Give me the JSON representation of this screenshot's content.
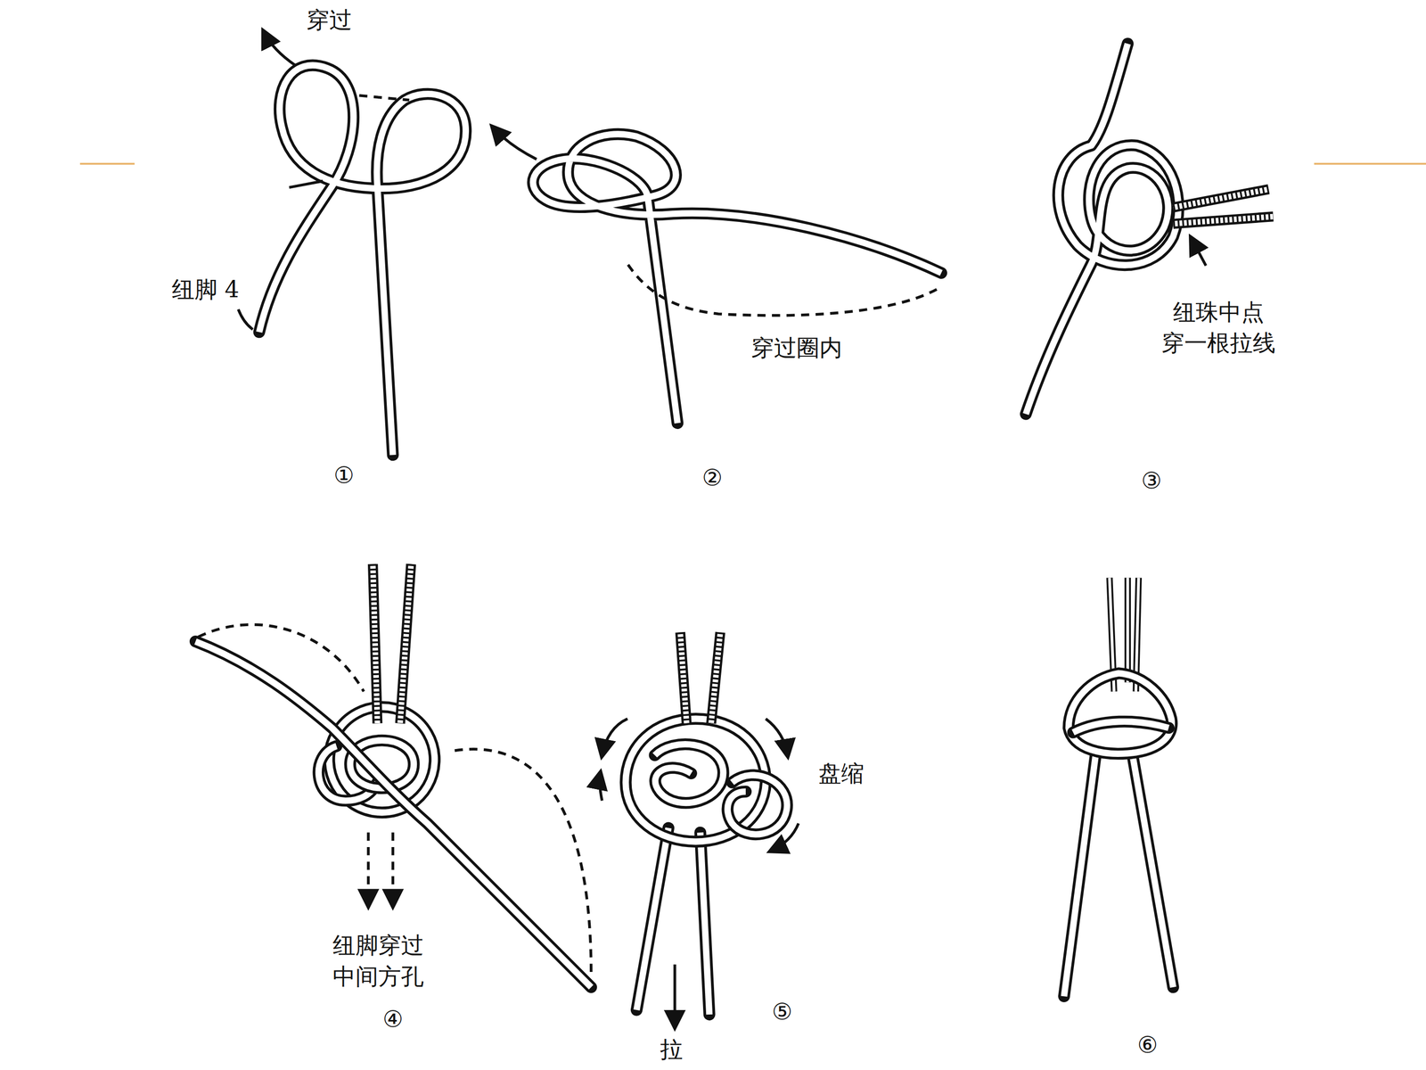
{
  "diagram": {
    "labels": [
      "穿过",
      "纽脚 4",
      "穿过圈内",
      "纽珠中点 穿一根拉线",
      "①",
      "②",
      "③",
      "纽脚穿过 中间方孔",
      "盘缩",
      "④",
      "⑤",
      "拉",
      "⑥"
    ]
  }
}
